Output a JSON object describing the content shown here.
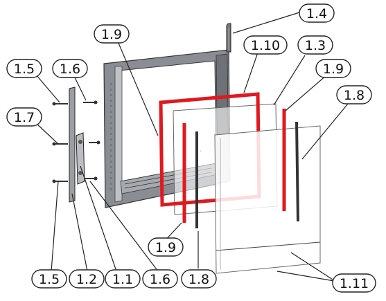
{
  "diagram": {
    "type": "exploded-assembly",
    "labels": [
      {
        "id": "l-1-4",
        "text": "1.4"
      },
      {
        "id": "l-1-9-top",
        "text": "1.9"
      },
      {
        "id": "l-1-10",
        "text": "1.10"
      },
      {
        "id": "l-1-3",
        "text": "1.3"
      },
      {
        "id": "l-1-9-right",
        "text": "1.9"
      },
      {
        "id": "l-1-8-right",
        "text": "1.8"
      },
      {
        "id": "l-1-5-top",
        "text": "1.5"
      },
      {
        "id": "l-1-6-top",
        "text": "1.6"
      },
      {
        "id": "l-1-7",
        "text": "1.7"
      },
      {
        "id": "l-1-9-bottom",
        "text": "1.9"
      },
      {
        "id": "l-1-8-bottom",
        "text": "1.8"
      },
      {
        "id": "l-1-5-bottom",
        "text": "1.5"
      },
      {
        "id": "l-1-2",
        "text": "1.2"
      },
      {
        "id": "l-1-1",
        "text": "1.1"
      },
      {
        "id": "l-1-6-bottom",
        "text": "1.6"
      },
      {
        "id": "l-1-11",
        "text": "1.11"
      }
    ],
    "colors": {
      "seal": "#e0191f",
      "frame": "#8a8d93",
      "outline": "#222222"
    }
  }
}
